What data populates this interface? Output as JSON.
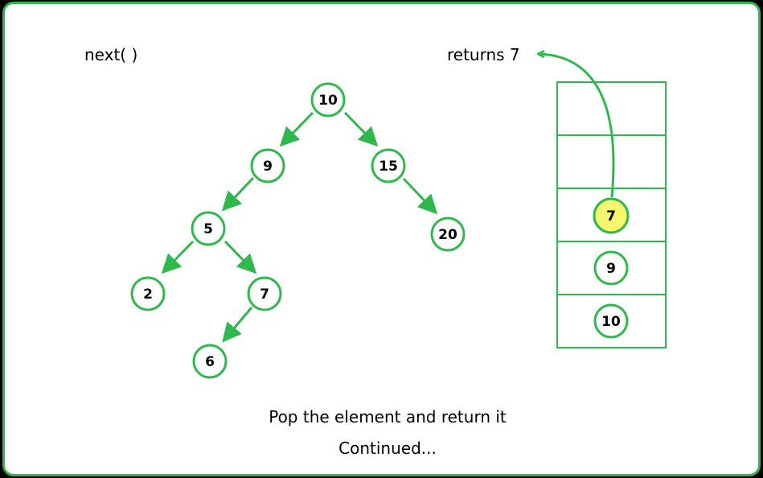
{
  "header": {
    "call_label": "next( )",
    "result_label": "returns  7"
  },
  "tree": {
    "nodes": [
      {
        "id": "n10",
        "value": "10"
      },
      {
        "id": "n9",
        "value": "9"
      },
      {
        "id": "n15",
        "value": "15"
      },
      {
        "id": "n5",
        "value": "5"
      },
      {
        "id": "n20",
        "value": "20"
      },
      {
        "id": "n2",
        "value": "2"
      },
      {
        "id": "n7",
        "value": "7"
      },
      {
        "id": "n6",
        "value": "6"
      }
    ]
  },
  "stack": {
    "items": [
      {
        "value": "7",
        "highlighted": true
      },
      {
        "value": "9",
        "highlighted": false
      },
      {
        "value": "10",
        "highlighted": false
      }
    ]
  },
  "caption": {
    "line1": "Pop the element and return it",
    "line2": "Continued..."
  },
  "colors": {
    "accent": "#2fb84e",
    "highlight": "#f7f76b",
    "background": "#ffffff",
    "frame": "#000000"
  }
}
